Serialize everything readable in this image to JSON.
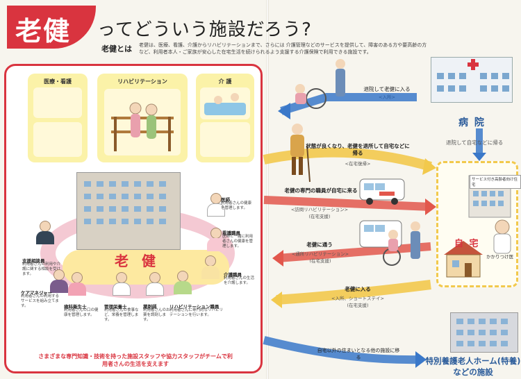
{
  "header": {
    "title_big": "老健",
    "title_rest": "ってどういう施設だろう?"
  },
  "intro": {
    "label": "老健とは",
    "text": "老健は、医療、看護、介護からリハビリテーションまで、さらには  介護管理などのサービスを提供して、障害のある方や要高齢の方など、利用者本人・ご家族が安心した在宅生活を続けられるよう支援する介護保険で利用できる施設です。"
  },
  "services": {
    "medical": "医療・看護",
    "rehab": "リハビリテーション",
    "care": "介 護"
  },
  "center_label": "老 健",
  "staff": [
    {
      "title": "医師",
      "desc": "利用者さんの健康を管理します。"
    },
    {
      "title": "看護職員",
      "desc": "医師と一緒に利用者さんの健康を管理します。"
    },
    {
      "title": "介護職員",
      "desc": "利用者さんの生活を介護します。"
    },
    {
      "title": "支援相談員",
      "desc": "利用者さんの利用や介護に関する相談を受けます。"
    },
    {
      "title": "ケアマネジャー",
      "desc": "利用者さんの利用するサービスを組み立てます。"
    },
    {
      "title": "歯科衛生士",
      "desc": "利用者さんの口の健康を管理します。"
    },
    {
      "title": "管理栄養士",
      "desc": "利用者さんの食事など、栄養を管理します。"
    },
    {
      "title": "薬剤師",
      "desc": "利用者さんのお薬を調剤します。"
    },
    {
      "title": "リハビリテーション職員",
      "desc": "利用者さんに専門的なリハビリテーションを行います。"
    }
  ],
  "left_footer": "さまざまな専門知識・技術を持った施設スタッフや協力スタッフがチームで利用者さんの生活を支えます",
  "hospital": {
    "label": "病 院",
    "return_text": "退院して自宅などに帰る"
  },
  "home": {
    "label": "自 宅",
    "facility_sign": "サービス付き高齢者向け住宅",
    "doctor": "かかりつけ医"
  },
  "flows": [
    {
      "main": "退院して老健に入る",
      "sub": "<入所>"
    },
    {
      "main": "状態が良くなり、老健を退所して自宅などに帰る",
      "sub": "<在宅復帰>"
    },
    {
      "main": "老健の専門の職員が自宅に来る",
      "sub": "<訪問リハビリテーション>",
      "sub2": "(在宅支援)"
    },
    {
      "main": "老健に通う",
      "sub": "<通所リハビリテーション>",
      "sub2": "(在宅支援)"
    },
    {
      "main": "老健に入る",
      "sub": "<入所、ショートステイ>",
      "sub2": "(在宅支援)"
    }
  ],
  "bottom_flow": "自宅以外の住まいとなる他の施設に移る",
  "nursing_home": "特別養護老人ホーム(特養)などの施設",
  "colors": {
    "accent_red": "#d9343f",
    "arrow_blue": "#3a78c9",
    "arrow_yellow": "#f2c94c",
    "arrow_red": "#e2574c"
  }
}
